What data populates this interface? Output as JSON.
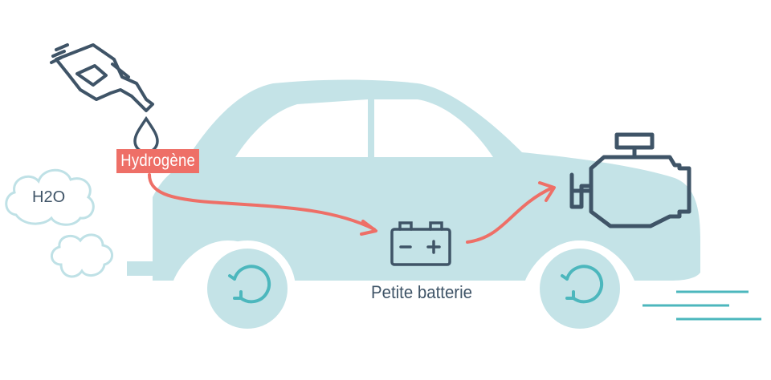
{
  "labels": {
    "fuel": "Hydrogène",
    "water": "H2O",
    "battery": "Petite batterie"
  },
  "colors": {
    "car_body": "#c4e3e7",
    "accent_red": "#ee6f67",
    "icon_dark": "#3f5467",
    "wheel_arrow": "#4cb7bd",
    "cloud_stroke": "#bfe1e6",
    "speed_lines": "#4cb7bd"
  },
  "icons": [
    "fuel-nozzle-icon",
    "hydrogen-drop-icon",
    "water-vapor-cloud-icon",
    "battery-icon",
    "engine-icon",
    "wheel-rotation-icon",
    "speed-lines-icon"
  ]
}
